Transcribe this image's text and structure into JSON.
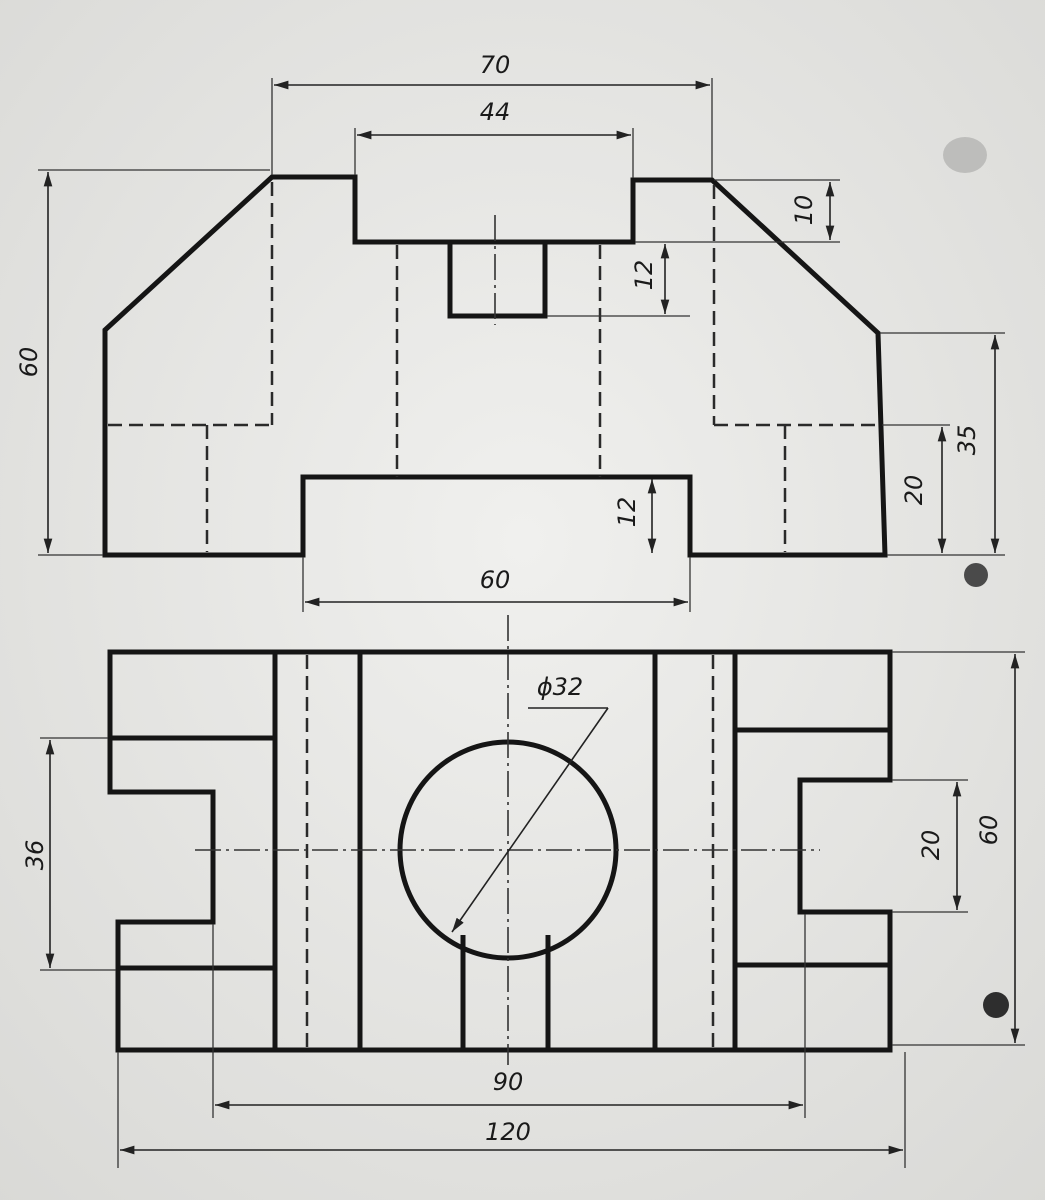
{
  "front_view": {
    "dimensions": {
      "overall_top_width": "70",
      "top_boss_width": "44",
      "overall_height": "60",
      "top_step_height": "10",
      "slot_depth": "12",
      "side_height": "35",
      "lower_step_height": "20",
      "bottom_recess_height": "12",
      "bottom_recess_width": "60"
    }
  },
  "plan_view": {
    "dimensions": {
      "hole_diameter": "ϕ32",
      "left_notch_width": "36",
      "right_notch_width": "20",
      "overall_depth": "60",
      "notch_span": "90",
      "overall_length": "120"
    }
  },
  "colors": {
    "line": "#151515",
    "paper": "#e6e6e3"
  }
}
